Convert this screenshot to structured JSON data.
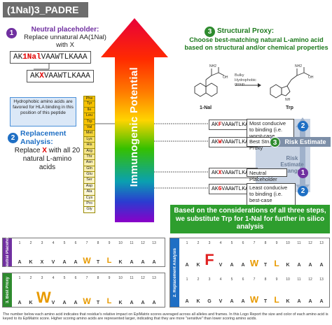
{
  "title": "(1Nal)3_PADRE",
  "step1": {
    "number": "1",
    "heading": "Neutral placeholder:",
    "text": "Replace unnatural AA(1Nal) with X",
    "seq_original": {
      "pre": "AK",
      "mid": "1Nal",
      "post": "VAAWTLKAAA"
    },
    "seq_replaced": {
      "pre": "AK",
      "mid": "X",
      "post": "VAAWTLKAAA"
    }
  },
  "step2": {
    "number": "2",
    "heading": "Replacement Analysis:",
    "text_pre": "Replace ",
    "text_x": "X",
    "text_post": " with all 20 natural L-amino acids",
    "info": "Hydrophobic amino acids are favored for HLA binding in this position of this peptide",
    "amino_acids": [
      "Phe",
      "Tyr",
      "Ile",
      "Leu",
      "Trp",
      "Val",
      "Met",
      "Lys",
      "His",
      "Arg",
      "Thr",
      "Asn",
      "Gln",
      "Glu",
      "Ser",
      "Asp",
      "Ala",
      "Cys",
      "Pro",
      "Gly"
    ],
    "amino_colors": [
      "#f6c100",
      "#f6c100",
      "#f6c100",
      "#f6c100",
      "#f6c100",
      "#f6c100",
      "#f2d33a",
      "#f4e06a",
      "#f4e06a",
      "#f5e58a",
      "#f7ea9e",
      "#f8eeaf",
      "#f8eeaf",
      "#faf3c6",
      "#faf3c6",
      "#fbf6d5",
      "#fbf6d5",
      "#fcf8de",
      "#fdfae6",
      "#fdfbee"
    ]
  },
  "arrow_label": "Immunogenic Potential",
  "step3": {
    "number": "3",
    "heading": "Structural Proxy:",
    "text": "Choose best-matching natural L-amino acid based on structural and/or chemical properties",
    "mol_left_label": "1-Nal",
    "mol_right_label": "Trp",
    "mol_note": "Bulky Hydrophobic group"
  },
  "scenarios": [
    {
      "pre": "AK",
      "mid": "F",
      "post": "VAAWTLKAAA",
      "desc": "Most conducive to binding (i.e. worst-case scenario)",
      "badge": "2"
    },
    {
      "pre": "AK",
      "mid": "W",
      "post": "VAAWTLKAAA",
      "desc": "Best Structural Proxy",
      "badge": "3"
    },
    {
      "pre": "AK",
      "mid": "X",
      "post": "VAAWTLKAAA",
      "desc": "Neutral Placeholder",
      "badge": "1"
    },
    {
      "pre": "AK",
      "mid": "G",
      "post": "VAAWTLKAAA",
      "desc": "Least conducive to binding (i.e. best-case scenario)",
      "badge": "2"
    }
  ],
  "risk_estimate": "Risk Estimate",
  "risk_range": "Risk Estimate Range",
  "conclusion": "Based on the considerations of all three steps, we substitute Trp for 1-Nal for further in silico analysis",
  "logos": {
    "neutral": {
      "side_label": "1. Neutral Placeholder",
      "side_color": "#7030a0",
      "positions": [
        "1",
        "2",
        "3",
        "4",
        "5",
        "6",
        "7",
        "8",
        "9",
        "10",
        "11",
        "12",
        "13"
      ],
      "residues": [
        "A",
        "K",
        "X",
        "V",
        "A",
        "A",
        "W",
        "T",
        "L",
        "K",
        "A",
        "A",
        "A"
      ],
      "colors": [
        "#333",
        "#333",
        "#333",
        "#333",
        "#333",
        "#333",
        "#e89a00",
        "#333",
        "#e89a00",
        "#333",
        "#333",
        "#333",
        "#333"
      ],
      "sizes": [
        7,
        7,
        7,
        7,
        7,
        7,
        12,
        7,
        11,
        7,
        7,
        7,
        7
      ]
    },
    "proxy": {
      "side_label": "3. Best Proxy",
      "side_color": "#2e8b2e",
      "positions": [
        "1",
        "2",
        "3",
        "4",
        "5",
        "6",
        "7",
        "8",
        "9",
        "10",
        "11",
        "12",
        "13"
      ],
      "residues": [
        "A",
        "K",
        "W",
        "V",
        "A",
        "A",
        "W",
        "T",
        "L",
        "K",
        "A",
        "A",
        "A"
      ],
      "colors": [
        "#333",
        "#333",
        "#e89a00",
        "#333",
        "#333",
        "#333",
        "#e89a00",
        "#333",
        "#e89a00",
        "#333",
        "#333",
        "#333",
        "#333"
      ],
      "sizes": [
        7,
        7,
        22,
        7,
        7,
        7,
        12,
        7,
        11,
        7,
        7,
        7,
        7
      ]
    },
    "replacement": {
      "side_label": "2. Replacement Analysis",
      "side_color": "#1f6fc4",
      "positions": [
        "1",
        "2",
        "3",
        "4",
        "5",
        "6",
        "7",
        "8",
        "9",
        "10",
        "11",
        "12",
        "13"
      ],
      "residues_top": [
        "A",
        "K",
        "F",
        "V",
        "A",
        "A",
        "W",
        "T",
        "L",
        "K",
        "A",
        "A",
        "A"
      ],
      "colors_top": [
        "#333",
        "#333",
        "#e02020",
        "#333",
        "#333",
        "#333",
        "#e89a00",
        "#333",
        "#e89a00",
        "#333",
        "#333",
        "#333",
        "#333"
      ],
      "sizes_top": [
        7,
        7,
        22,
        7,
        7,
        7,
        13,
        7,
        12,
        7,
        7,
        7,
        7
      ],
      "residues_bot": [
        "A",
        "K",
        "G",
        "V",
        "A",
        "A",
        "W",
        "T",
        "L",
        "K",
        "A",
        "A",
        "A"
      ],
      "colors_bot": [
        "#333",
        "#333",
        "#333",
        "#333",
        "#333",
        "#333",
        "#e89a00",
        "#333",
        "#e89a00",
        "#333",
        "#333",
        "#333",
        "#333"
      ],
      "sizes_bot": [
        7,
        7,
        7,
        7,
        7,
        7,
        13,
        7,
        12,
        7,
        7,
        7,
        7
      ]
    }
  },
  "footnote": "The number below each amino acid indicates that residue's relative impact on EpiMatrix scores averaged across all alleles and frames. In this Logo Report the size and color of each amino acid is keyed to its EpiMatrix score. Higher scoring amino acids are represented larger, indicating that they are more \"sensitive\" than lower scoring amino acids."
}
